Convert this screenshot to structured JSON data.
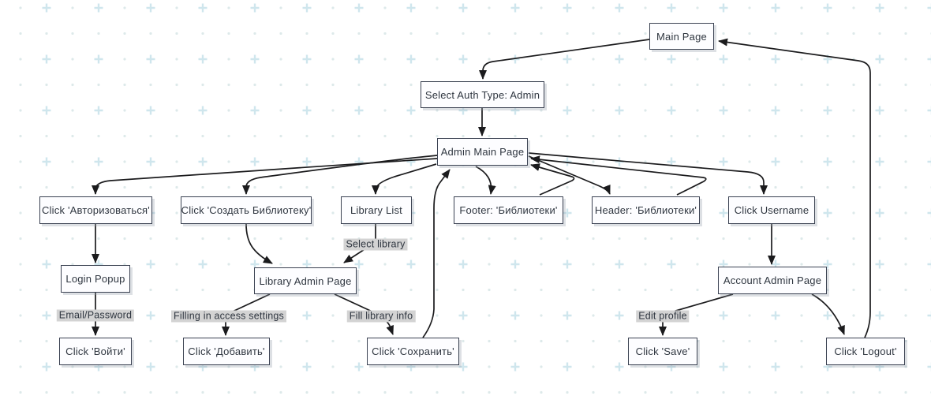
{
  "diagram": {
    "nodes": {
      "main_page": {
        "label": "Main Page"
      },
      "select_auth_type": {
        "label": "Select Auth Type: Admin"
      },
      "admin_main_page": {
        "label": "Admin Main Page"
      },
      "click_authorize": {
        "label": "Click 'Авторизоваться'"
      },
      "click_create_library": {
        "label": "Click 'Создать Библиотеку'"
      },
      "library_list": {
        "label": "Library List"
      },
      "footer_libraries": {
        "label": "Footer: 'Библиотеки'"
      },
      "header_libraries": {
        "label": "Header: 'Библиотеки'"
      },
      "click_username": {
        "label": "Click Username"
      },
      "login_popup": {
        "label": "Login Popup"
      },
      "library_admin_page": {
        "label": "Library Admin Page"
      },
      "account_admin_page": {
        "label": "Account Admin Page"
      },
      "click_voiti": {
        "label": "Click 'Войти'"
      },
      "click_dobavit": {
        "label": "Click 'Добавить'"
      },
      "click_sohranit": {
        "label": "Click 'Сохранить'"
      },
      "click_save": {
        "label": "Click 'Save'"
      },
      "click_logout": {
        "label": "Click 'Logout'"
      }
    },
    "edge_labels": {
      "select_library": "Select library",
      "email_password": "Email/Password",
      "filling_access": "Filling in access settings",
      "fill_library_info": "Fill library info",
      "edit_profile": "Edit profile"
    },
    "edges": [
      {
        "from": "main_page",
        "to": "select_auth_type",
        "label": ""
      },
      {
        "from": "select_auth_type",
        "to": "admin_main_page",
        "label": ""
      },
      {
        "from": "admin_main_page",
        "to": "click_authorize",
        "label": ""
      },
      {
        "from": "admin_main_page",
        "to": "click_create_library",
        "label": ""
      },
      {
        "from": "admin_main_page",
        "to": "library_list",
        "label": ""
      },
      {
        "from": "admin_main_page",
        "to": "footer_libraries",
        "label": ""
      },
      {
        "from": "footer_libraries",
        "to": "admin_main_page",
        "label": ""
      },
      {
        "from": "admin_main_page",
        "to": "header_libraries",
        "label": ""
      },
      {
        "from": "header_libraries",
        "to": "admin_main_page",
        "label": ""
      },
      {
        "from": "admin_main_page",
        "to": "click_username",
        "label": ""
      },
      {
        "from": "click_authorize",
        "to": "login_popup",
        "label": ""
      },
      {
        "from": "login_popup",
        "to": "click_voiti",
        "label": "Email/Password"
      },
      {
        "from": "click_create_library",
        "to": "library_admin_page",
        "label": ""
      },
      {
        "from": "library_list",
        "to": "library_admin_page",
        "label": "Select library"
      },
      {
        "from": "library_admin_page",
        "to": "click_dobavit",
        "label": "Filling in access settings"
      },
      {
        "from": "library_admin_page",
        "to": "click_sohranit",
        "label": "Fill library info"
      },
      {
        "from": "click_sohranit",
        "to": "admin_main_page",
        "label": ""
      },
      {
        "from": "click_username",
        "to": "account_admin_page",
        "label": ""
      },
      {
        "from": "account_admin_page",
        "to": "click_save",
        "label": "Edit profile"
      },
      {
        "from": "account_admin_page",
        "to": "click_logout",
        "label": ""
      },
      {
        "from": "click_logout",
        "to": "main_page",
        "label": ""
      }
    ],
    "colors": {
      "canvas": "#ffffff",
      "node_fill": "#fdfdff",
      "node_border": "#3b4252",
      "node_text": "#2f3640",
      "edge": "#1b1b1d",
      "edge_label_bg": "#d3d3d3",
      "pattern_plus": "#cfe6ed",
      "pattern_dot": "#dde9ea"
    }
  }
}
